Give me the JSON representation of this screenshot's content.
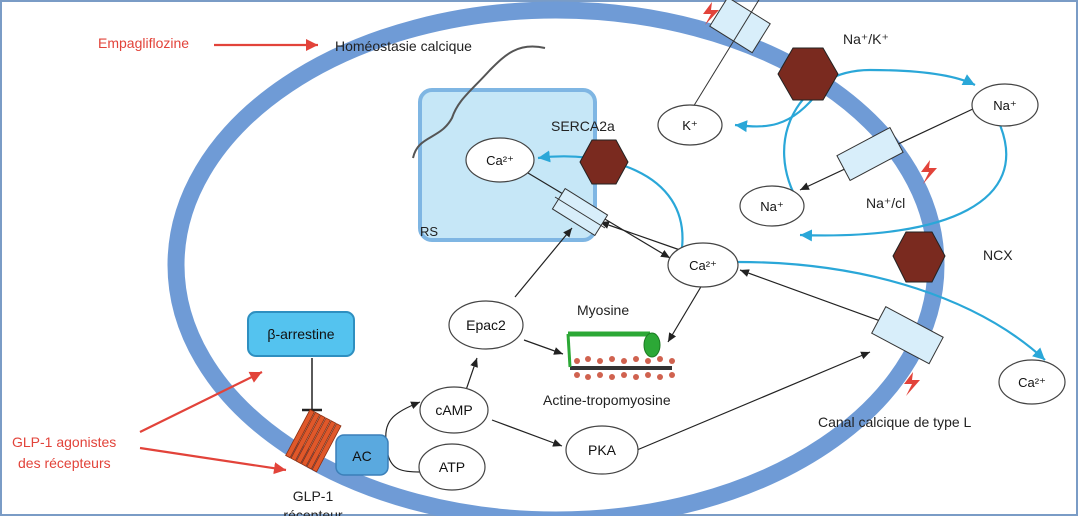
{
  "labels": {
    "empagliflozine": "Empagliflozine",
    "homeostasie": "Homéostasie calcique",
    "serca2a": "SERCA2a",
    "rs": "RS",
    "ca_rs": "Ca²⁺",
    "ca_cyto": "Ca²⁺",
    "ca_out": "Ca²⁺",
    "k": "K⁺",
    "na_top": "Na⁺",
    "na_left": "Na⁺",
    "nak": "Na⁺/K⁺",
    "nacl": "Na⁺/cl",
    "ncx": "NCX",
    "epac2": "Epac2",
    "myosine": "Myosine",
    "actine": "Actine-tropomyosine",
    "camp": "cAMP",
    "atp": "ATP",
    "pka": "PKA",
    "ac": "AC",
    "barrestine": "β-arrestine",
    "glp1_agonistes_1": "GLP-1 agonistes",
    "glp1_agonistes_2": "des récepteurs",
    "glp1_recepteur_1": "GLP-1",
    "glp1_recepteur_2": "récepteur",
    "canal": "Canal calcique de type L"
  },
  "colors": {
    "membrane": "#6f9bd6",
    "rs_fill": "#c6e7f7",
    "rs_stroke": "#7fb6e3",
    "channel_fill": "#d8eefa",
    "pump_fill": "#7a2a1f",
    "drug_red": "#e2433a",
    "cyan_arrow": "#2aa7d8",
    "barrestine_fill": "#54c3ef",
    "ac_fill": "#5aa9df",
    "myosin_green": "#2ca836",
    "actin_dots": "#d0624f",
    "receptor": "#e0582a",
    "frame": "#7a9cc6"
  }
}
